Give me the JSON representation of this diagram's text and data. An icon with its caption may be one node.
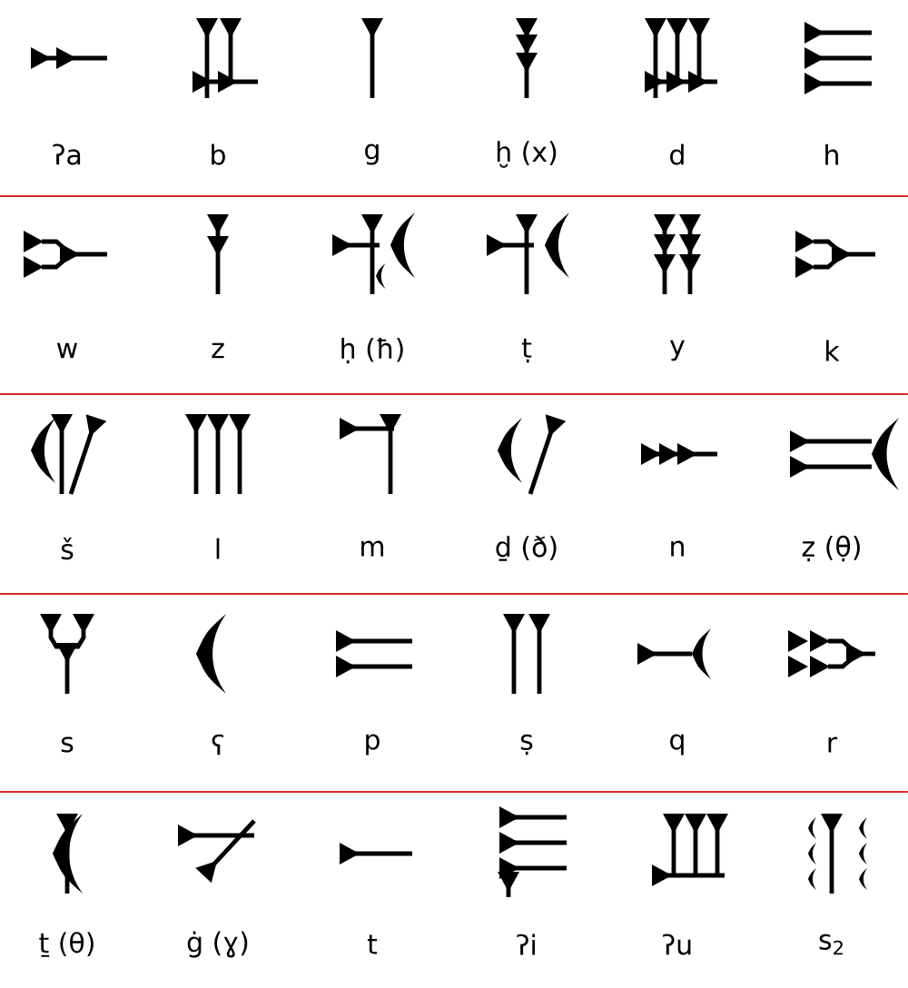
{
  "diagram": {
    "labels": [
      "ʔa",
      "b",
      "g",
      "ḫ (x)",
      "d",
      "h",
      "w",
      "z",
      "ḥ (ħ)",
      "ṭ",
      "y",
      "k",
      "š",
      "l",
      "m",
      "ḏ (ð)",
      "n",
      "ẓ (θ̣)",
      "s",
      "ʕ",
      "p",
      "ṣ",
      "q",
      "r",
      "ṯ (θ)",
      "ġ (ɣ)",
      "t",
      "ʔi",
      "ʔu",
      "s$_{2}$"
    ]
  }
}
